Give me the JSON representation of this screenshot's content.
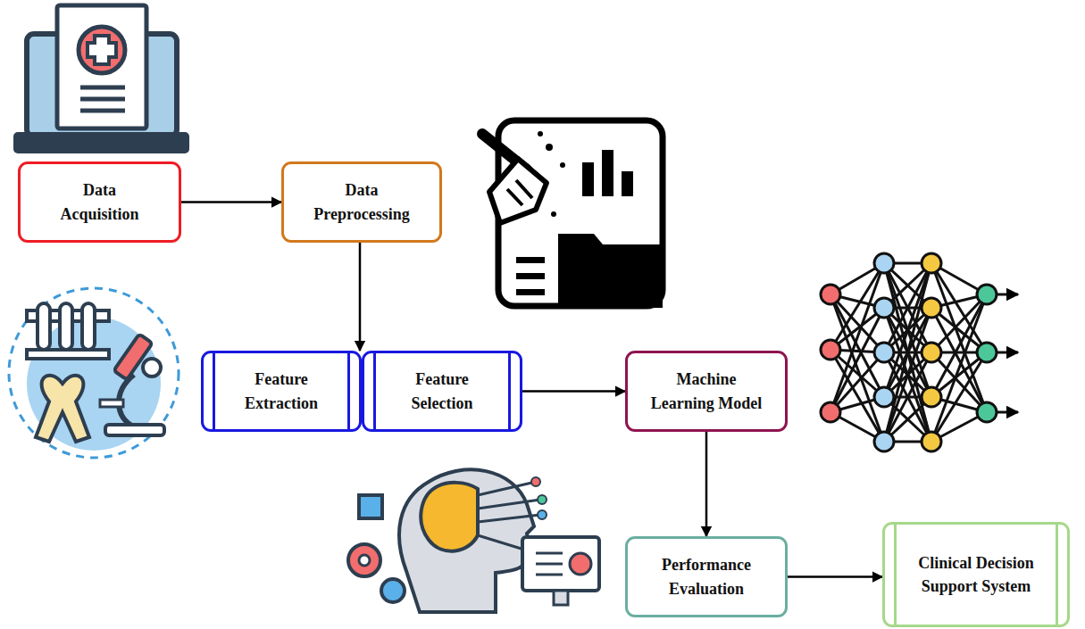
{
  "diagram": {
    "nodes": [
      {
        "text": [
          "Data Acquisition"
        ]
      },
      {
        "text": [
          "Data Preprocessing"
        ]
      },
      {
        "text": [
          "Feature Extraction"
        ]
      },
      {
        "text": [
          "Feature Selection"
        ]
      },
      {
        "text": [
          "Machine Learning Model"
        ]
      },
      {
        "text": [
          "Performance Evaluation"
        ]
      },
      {
        "text": [
          "Clinical Decision Support System"
        ]
      }
    ],
    "edges": [
      {
        "from": 0,
        "to": 1,
        "arrow": "to"
      },
      {
        "from": 1,
        "to": 2,
        "arrow": "to"
      },
      {
        "from": 3,
        "to": 4,
        "arrow": "to"
      },
      {
        "from": 4,
        "to": 5,
        "arrow": "to"
      },
      {
        "from": 5,
        "to": 6,
        "arrow": "to"
      }
    ]
  }
}
